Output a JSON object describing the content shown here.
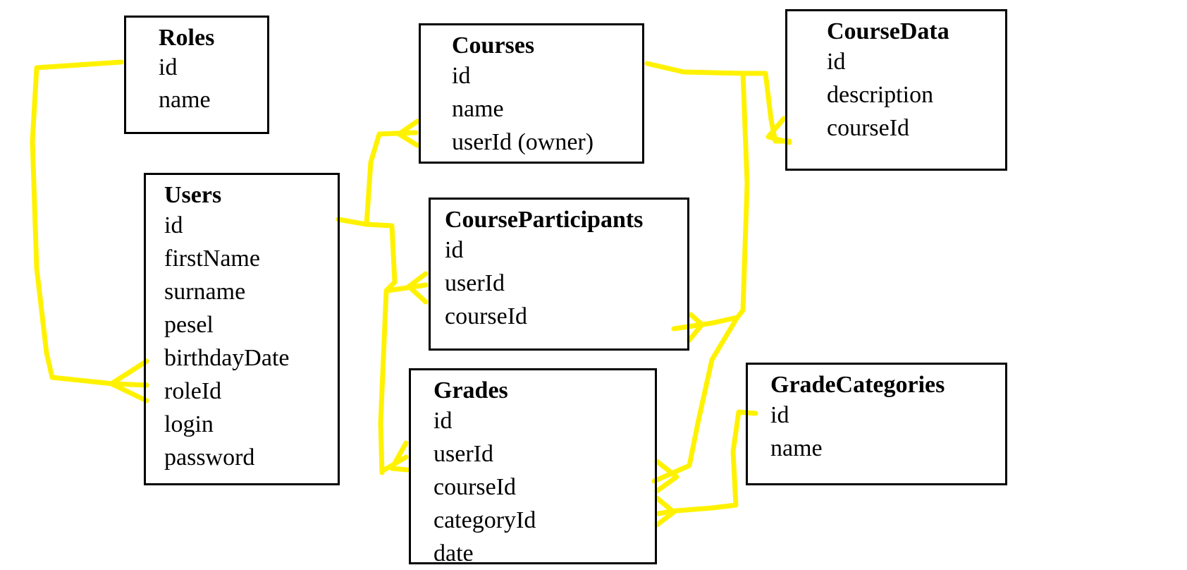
{
  "colors": {
    "connector": "#FFF200",
    "border": "#000000",
    "background": "#FFFFFF"
  },
  "entities": {
    "roles": {
      "title": "Roles",
      "fields": [
        "id",
        "name"
      ]
    },
    "courses": {
      "title": "Courses",
      "fields": [
        "id",
        "name",
        "userId (owner)"
      ]
    },
    "coursedata": {
      "title": "CourseData",
      "fields": [
        "id",
        "description",
        "courseId"
      ]
    },
    "users": {
      "title": "Users",
      "fields": [
        "id",
        "firstName",
        "surname",
        "pesel",
        "birthdayDate",
        "roleId",
        "login",
        "password"
      ]
    },
    "courseparticipants": {
      "title": "CourseParticipants",
      "fields": [
        "id",
        "userId",
        "courseId"
      ]
    },
    "grades": {
      "title": "Grades",
      "fields": [
        "id",
        "userId",
        "courseId",
        "categoryId",
        "date"
      ]
    },
    "gradecategories": {
      "title": "GradeCategories",
      "fields": [
        "id",
        "name"
      ]
    }
  },
  "relationships": [
    {
      "from": "Roles.id",
      "to": "Users.roleId"
    },
    {
      "from": "Users.id",
      "to": "Courses.userId"
    },
    {
      "from": "Users.id",
      "to": "CourseParticipants.userId"
    },
    {
      "from": "Users.id",
      "to": "Grades.userId"
    },
    {
      "from": "Courses.id",
      "to": "CourseData.courseId"
    },
    {
      "from": "Courses.id",
      "to": "CourseParticipants.courseId"
    },
    {
      "from": "Courses.id",
      "to": "Grades.courseId"
    },
    {
      "from": "GradeCategories.id",
      "to": "Grades.categoryId"
    }
  ]
}
